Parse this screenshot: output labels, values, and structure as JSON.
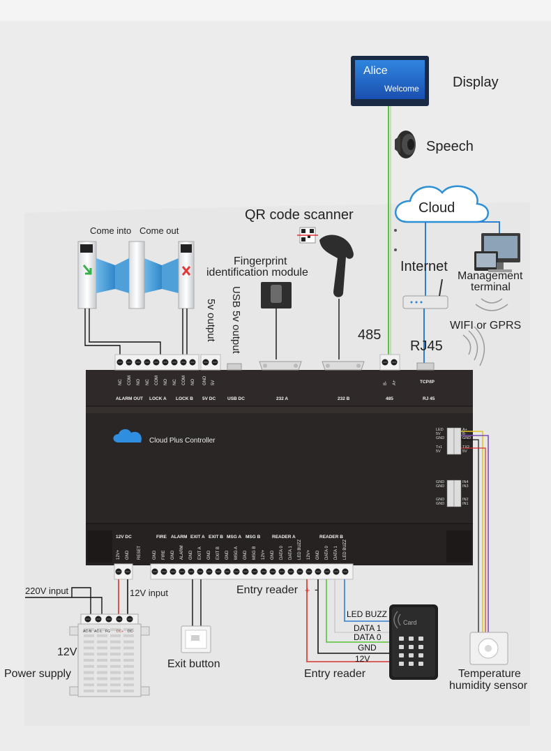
{
  "colors": {
    "background_top": "#efefef",
    "background_panel": "#e9e9e9",
    "controller_body": "#2a2625",
    "controller_face": "#3a3432",
    "terminal": "#f2f2f2",
    "wire_green": "#58c43a",
    "wire_blue": "#2f7fd1",
    "wire_red": "#d6322c",
    "wire_black": "#111111",
    "wire_yellow": "#e1c52b",
    "wire_purple": "#7c4fb6",
    "cloud_outline": "#2d8fd6",
    "display_blue": "#1f66c6"
  },
  "display": {
    "screen_name": "Alice",
    "screen_greeting": "Welcome",
    "label": "Display"
  },
  "speech": {
    "label": "Speech"
  },
  "cloud": {
    "label": "Cloud"
  },
  "internet": {
    "label": "Internet"
  },
  "management": {
    "label_line1": "Management",
    "label_line2": "terminal"
  },
  "wifi": {
    "label": "WIFI or GPRS"
  },
  "qr": {
    "label": "QR code scanner"
  },
  "fingerprint": {
    "label_line1": "Fingerprint",
    "label_line2": "identification module"
  },
  "turnstile": {
    "come_into": "Come into",
    "come_out": "Come out"
  },
  "outputs": {
    "five_v": "5v output",
    "usb_five_v": "USB 5v output"
  },
  "ports": {
    "p485": "485",
    "rj45": "RJ45"
  },
  "controller": {
    "brand": "Cloud Plus Controller",
    "top_terminals": [
      "NC",
      "COM",
      "NO",
      "NC",
      "COM",
      "NO",
      "NC",
      "COM",
      "NO",
      "GND",
      "5V"
    ],
    "top_groups": [
      "ALARM OUT",
      "LOCK A",
      "LOCK B",
      "5V DC",
      "USB DC",
      "232  A",
      "232  B",
      "485",
      "RJ 45"
    ],
    "top_485": [
      "B-",
      "A+"
    ],
    "top_tcpip": "TCP/IP",
    "right_pins_a": [
      "LED",
      "5V",
      "GND",
      "",
      "Tx1",
      "5V"
    ],
    "right_pins_a2": [
      "A+",
      "B-",
      "GND",
      "",
      "TX2",
      "5V"
    ],
    "right_pins_b": [
      "GND",
      "GND",
      "",
      "",
      "GND",
      "GND"
    ],
    "right_pins_b2": [
      "IN4",
      "IN3",
      "",
      "",
      "IN2",
      "IN1"
    ],
    "bottom_groups": [
      "12V DC",
      "FIRE",
      "ALARM",
      "EXIT A",
      "EXIT B",
      "MSG A",
      "MSG B",
      "READER A",
      "READER B"
    ],
    "bottom_terminals": [
      "12V+",
      "GND",
      "RESET",
      "GND",
      "FIRE",
      "GND",
      "ALARM",
      "GND",
      "EXIT A",
      "GND",
      "EXIT B",
      "GND",
      "MSG A",
      "GND",
      "MSG B",
      "12V+",
      "GND",
      "DATA 0",
      "DATA 1",
      "LED BUZZ",
      "12V+",
      "GND",
      "DATA 0",
      "DATA 1",
      "LED BUZZ"
    ]
  },
  "power": {
    "input_220": "220V input",
    "input_12": "12V input",
    "label_12v": "12V",
    "label_supply": "Power supply",
    "terminals": [
      "AC-N",
      "AC-L",
      "FG",
      "DC+",
      "DC-"
    ]
  },
  "exit_button": {
    "label": "Exit button"
  },
  "entry_reader_top": {
    "label": "Entry reader",
    "plus": "+",
    "minus": "-"
  },
  "entry_reader": {
    "label": "Entry reader",
    "card_text": "Card"
  },
  "reader_wires": [
    "LED BUZZ",
    "DATA 1",
    "DATA 0",
    "GND",
    "12V"
  ],
  "sensor": {
    "label_line1": "Temperature",
    "label_line2": "humidity sensor"
  }
}
